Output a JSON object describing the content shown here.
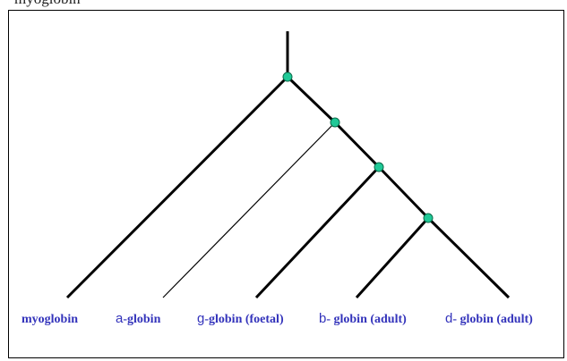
{
  "caption": "myoglobin",
  "leaves": [
    {
      "prefix": "",
      "text": "myoglobin"
    },
    {
      "prefix": "a",
      "text": "-globin"
    },
    {
      "prefix": "g",
      "text": "-globin (foetal)"
    },
    {
      "prefix": "b",
      "text": "- globin (adult)"
    },
    {
      "prefix": "d",
      "text": "- globin (adult)"
    }
  ],
  "colors": {
    "branch": "#000000",
    "node_fill": "#20c997",
    "node_stroke": "#0b6b4a",
    "label": "#3333bb"
  }
}
